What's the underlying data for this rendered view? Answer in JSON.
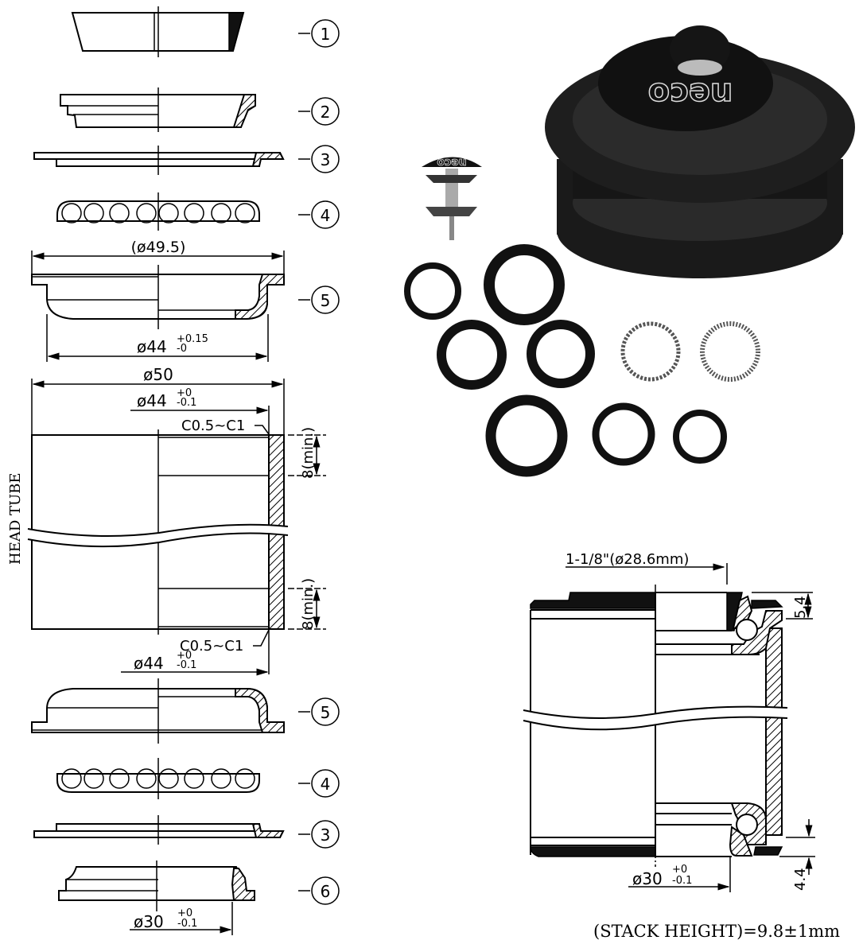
{
  "exploded_view": {
    "parts": [
      {
        "id": "1",
        "label": "①"
      },
      {
        "id": "2",
        "label": "②"
      },
      {
        "id": "3a",
        "label": "③"
      },
      {
        "id": "4a",
        "label": "④"
      },
      {
        "id": "5a",
        "label": "⑤"
      },
      {
        "id": "5b",
        "label": "⑤"
      },
      {
        "id": "4b",
        "label": "④"
      },
      {
        "id": "3b",
        "label": "③"
      },
      {
        "id": "6",
        "label": "⑥"
      }
    ],
    "dimensions": {
      "cup_outer": "(ø49.5)",
      "cup_insert": "ø44",
      "cup_insert_tol_upper": "+0.15",
      "cup_insert_tol_lower": "-0",
      "tube_outer": "ø50",
      "tube_bore": "ø44",
      "tube_bore_tol_upper": "+0",
      "tube_bore_tol_lower": "-0.1",
      "chamfer_top": "C0.5~C1",
      "chamfer_bottom": "C0.5~C1",
      "depth_top": "8(min.)",
      "depth_bottom": "8(min.)",
      "tube_bore_bottom": "ø44",
      "tube_bore_bottom_tol_upper": "+0",
      "tube_bore_bottom_tol_lower": "-0.1",
      "crown_race": "ø30",
      "crown_race_tol_upper": "+0",
      "crown_race_tol_lower": "-0.1"
    },
    "head_tube_label": "HEAD TUBE"
  },
  "product_photo": {
    "brand_logo": "neco",
    "items": [
      "headset-assembly",
      "top-cap-star-nut",
      "spacer-rings",
      "bearing-cages",
      "seals"
    ]
  },
  "assembly_view": {
    "steerer": "1-1/8\"(ø28.6mm)",
    "top_stack": "5.4",
    "bottom_stack": "4.4",
    "crown_race": "ø30",
    "crown_race_tol_upper": "+0",
    "crown_race_tol_lower": "-0.1",
    "stack_height": "(STACK HEIGHT)=9.8±1mm"
  }
}
